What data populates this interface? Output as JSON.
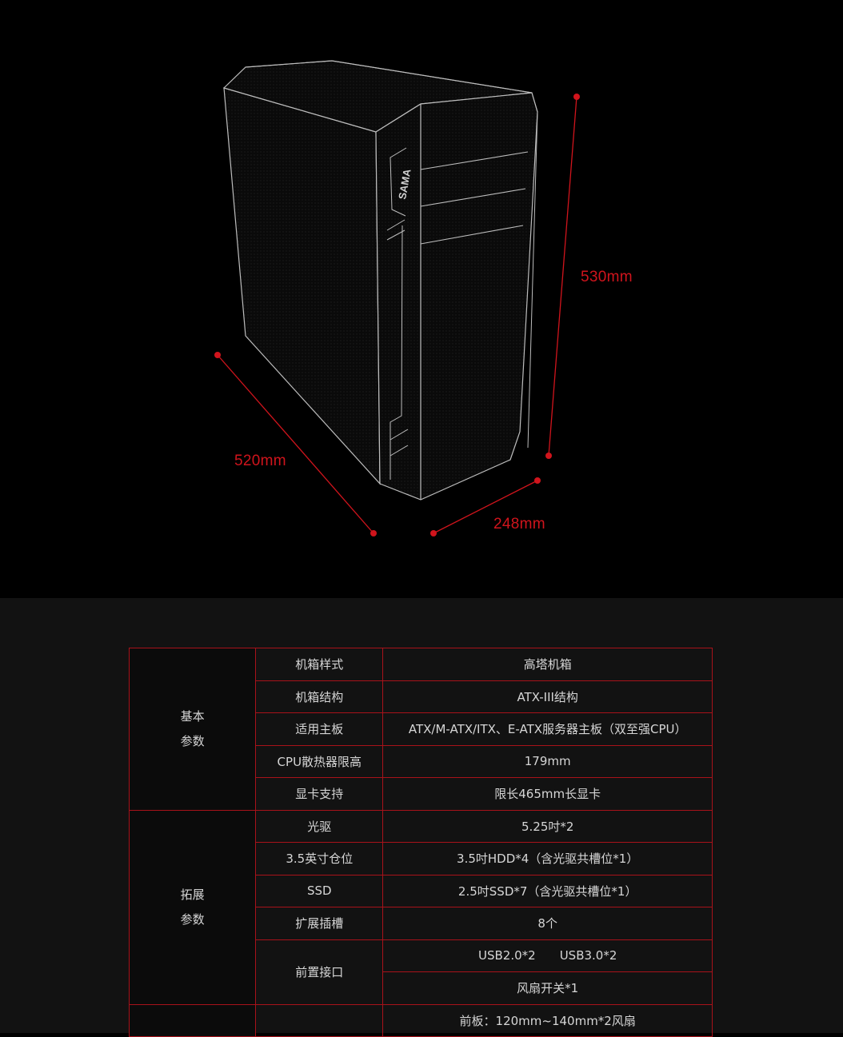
{
  "brand_logo": "SAMA",
  "dimensions": {
    "height_label": "530mm",
    "depth_label": "520mm",
    "width_label": "248mm",
    "accent_color": "#d0141c"
  },
  "spec_table": {
    "groups": [
      {
        "title_line1": "基本",
        "title_line2": "参数"
      },
      {
        "title_line1": "拓展",
        "title_line2": "参数"
      }
    ],
    "rows": [
      {
        "label": "机箱样式",
        "value": "高塔机箱"
      },
      {
        "label": "机箱结构",
        "value": "ATX-III结构"
      },
      {
        "label": "适用主板",
        "value": "ATX/M-ATX/ITX、E-ATX服务器主板（双至强CPU）"
      },
      {
        "label": "CPU散热器限高",
        "value": "179mm"
      },
      {
        "label": "显卡支持",
        "value": "限长465mm长显卡"
      },
      {
        "label": "光驱",
        "value": "5.25吋*2"
      },
      {
        "label": "3.5英寸仓位",
        "value": "3.5吋HDD*4（含光驱共槽位*1）"
      },
      {
        "label": "SSD",
        "value": "2.5吋SSD*7（含光驱共槽位*1）"
      },
      {
        "label": "扩展插槽",
        "value": "8个"
      },
      {
        "label": "前置接口",
        "value_usb2": "USB2.0*2",
        "value_usb3": "USB3.0*2",
        "value_fan": "风扇开关*1"
      },
      {
        "label": "",
        "value": "前板：120mm~140mm*2风扇"
      }
    ],
    "border_color": "#a8121a"
  }
}
